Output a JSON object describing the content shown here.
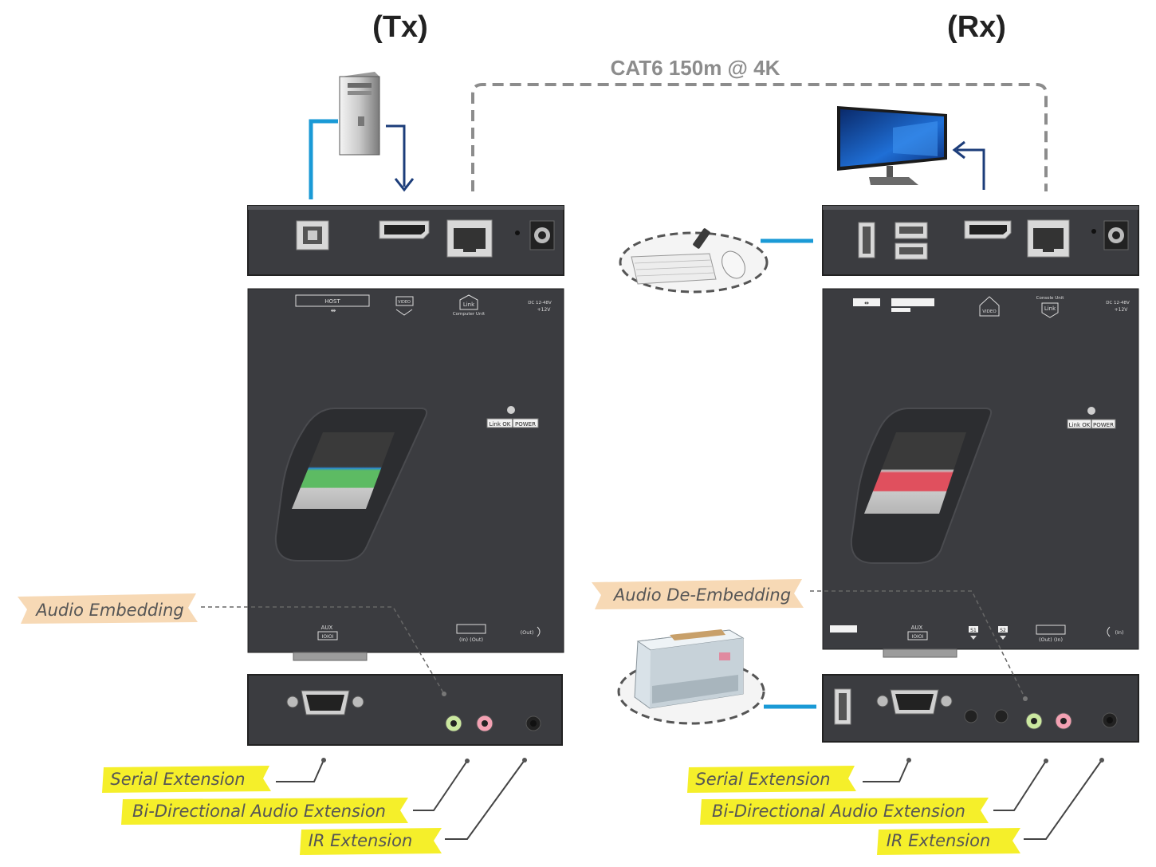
{
  "titles": {
    "tx": "(Tx)",
    "rx": "(Rx)"
  },
  "cable_label": "CAT6  150m @ 4K",
  "callouts": {
    "tx_audio": "Audio Embedding",
    "rx_audio": "Audio De-Embedding",
    "tx_serial": "Serial Extension",
    "tx_bidir": "Bi-Directional Audio Extension",
    "tx_ir": "IR Extension",
    "rx_serial": "Serial Extension",
    "rx_bidir": "Bi-Directional Audio Extension",
    "rx_ir": "IR Extension"
  },
  "tx_panel": {
    "host": "HOST",
    "video": "VIDEO",
    "link": "Link",
    "computer_unit": "Computer Unit",
    "dc": "DC 12-48V",
    "plus12": "+12V",
    "link_ok": "Link OK",
    "power": "POWER",
    "aux": "AUX",
    "audio_ports": "(In)  (Out)",
    "ir_out": "(Out)"
  },
  "rx_panel": {
    "video": "VIDEO",
    "link": "Link",
    "console_unit": "Console Unit",
    "dc": "DC 12-48V",
    "plus12": "+12V",
    "link_ok": "Link OK",
    "power": "POWER",
    "aux": "AUX",
    "s1": "S1",
    "s2": "S2",
    "audio_ports": "(Out)  (In)",
    "ir_in": "(In)"
  },
  "colors": {
    "device_body": "#3b3c40",
    "cable_blue": "#1a9ad6",
    "arrow_navy": "#1c3d7a",
    "dashed_gray": "#8c8c8c",
    "callout_orange": "#f7d9b5",
    "callout_yellow": "#f5ef2a",
    "tx_stripe": "#5dbb63",
    "rx_stripe": "#e0505e"
  },
  "icons": [
    "computer-tower-icon",
    "monitor-icon",
    "keyboard-mouse-icon",
    "printer-icon"
  ]
}
